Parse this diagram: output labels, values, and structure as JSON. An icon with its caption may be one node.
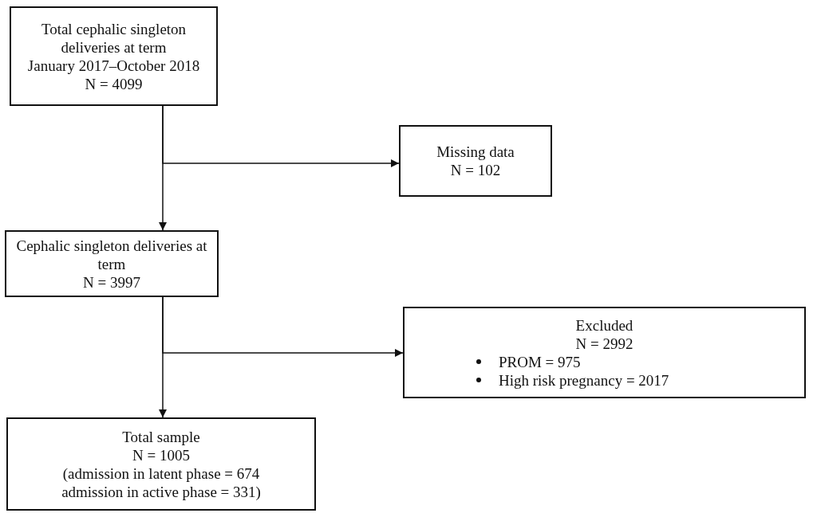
{
  "diagram": {
    "nodes": [
      {
        "text": [
          "Total cephalic singleton deliveries at term",
          "January 2017–October 2018",
          "N = 4099"
        ]
      },
      {
        "text": [
          "Missing data",
          "N = 102"
        ]
      },
      {
        "text": [
          "Cephalic singleton deliveries at term",
          "N = 3997"
        ]
      },
      {
        "text": [
          "Excluded",
          "N = 2992",
          "PROM = 975",
          "High risk pregnancy = 2017"
        ]
      },
      {
        "text": [
          "Total sample",
          "N = 1005",
          "(admission in latent phase = 674",
          "admission in active phase = 331)"
        ]
      }
    ],
    "edges": [
      {
        "from": 0,
        "to": 2,
        "arrow": "to"
      },
      {
        "from": 0,
        "to": 1,
        "arrow": "to"
      },
      {
        "from": 2,
        "to": 4,
        "arrow": "to"
      },
      {
        "from": 2,
        "to": 3,
        "arrow": "to"
      }
    ]
  }
}
